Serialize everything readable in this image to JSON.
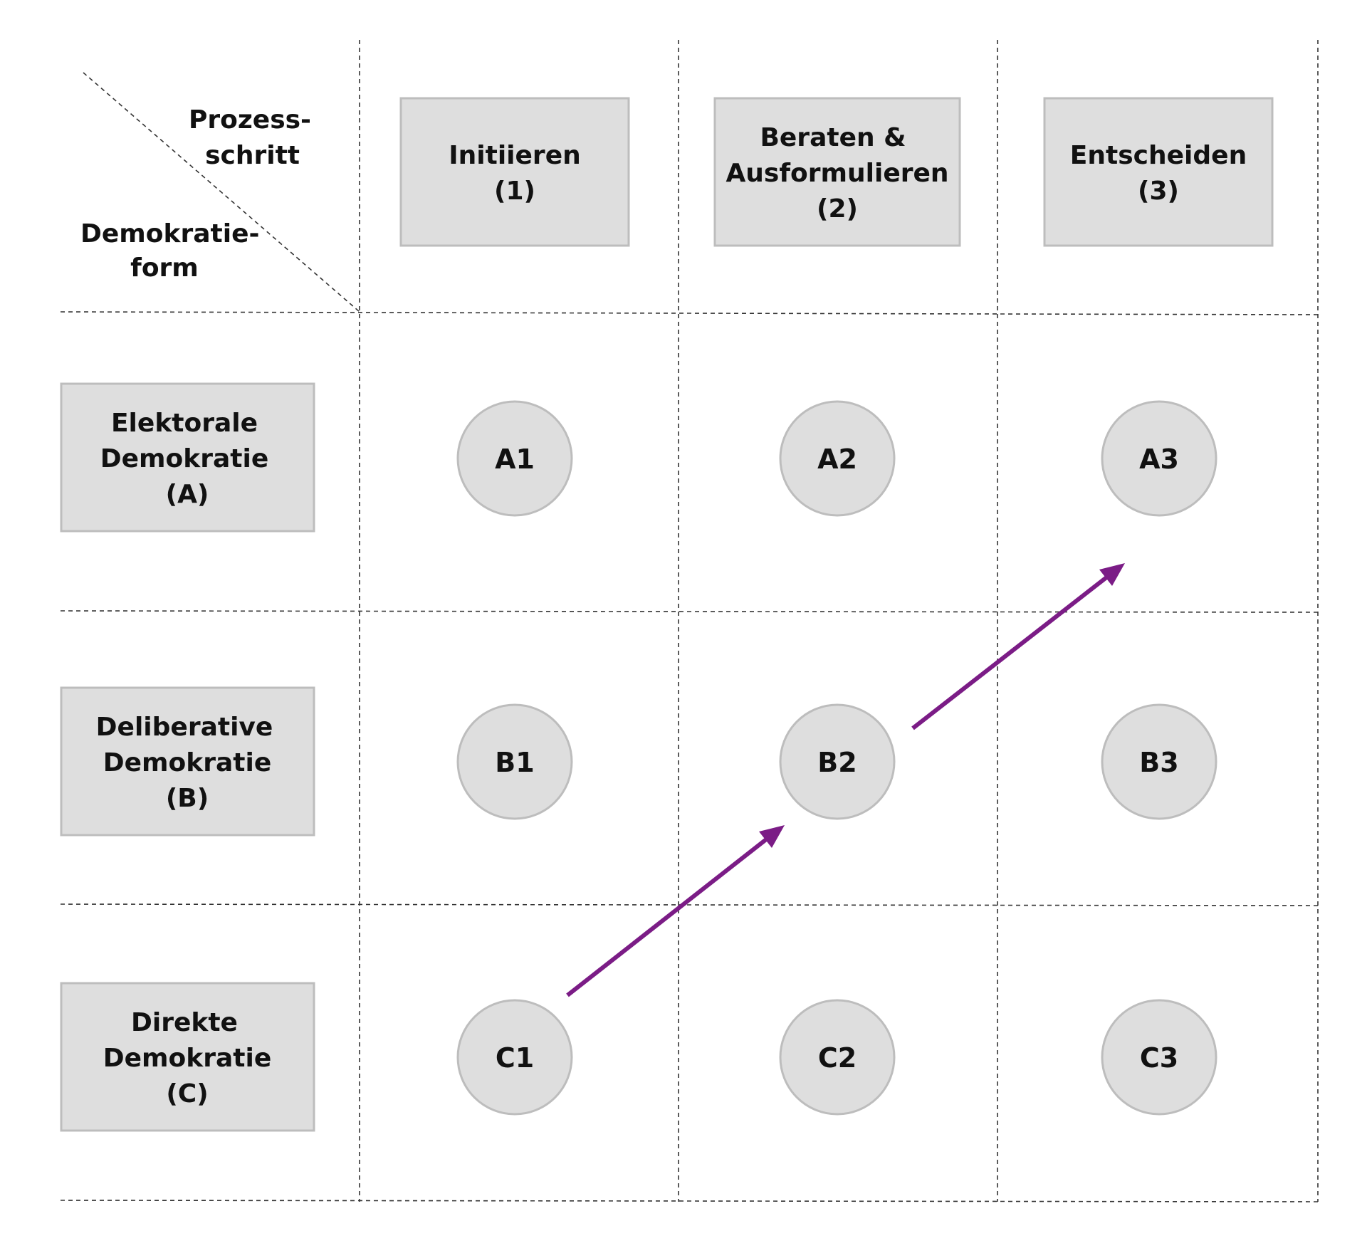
{
  "corner": {
    "column_axis_label": [
      "Prozess-",
      "schritt"
    ],
    "row_axis_label": [
      "Demokratie-",
      "form"
    ]
  },
  "columns": [
    {
      "id": "1",
      "label_lines": [
        "Initiieren",
        "(1)"
      ]
    },
    {
      "id": "2",
      "label_lines": [
        "Beraten &",
        "Ausformulieren",
        "(2)"
      ]
    },
    {
      "id": "3",
      "label_lines": [
        "Entscheiden",
        "(3)"
      ]
    }
  ],
  "rows": [
    {
      "id": "A",
      "label_lines": [
        "Elektorale",
        "Demokratie",
        "(A)"
      ]
    },
    {
      "id": "B",
      "label_lines": [
        "Deliberative",
        "Demokratie",
        "(B)"
      ]
    },
    {
      "id": "C",
      "label_lines": [
        "Direkte",
        "Demokratie",
        "(C)"
      ]
    }
  ],
  "nodes": [
    [
      "A1",
      "A2",
      "A3"
    ],
    [
      "B1",
      "B2",
      "B3"
    ],
    [
      "C1",
      "C2",
      "C3"
    ]
  ],
  "flow": [
    {
      "from": "C1",
      "to": "B2"
    },
    {
      "from": "B2",
      "to": "A3"
    }
  ],
  "colors": {
    "arrow": "#7b1c86",
    "box_fill": "#dedede",
    "box_border": "#bdbdbd",
    "grid": "#333333"
  }
}
